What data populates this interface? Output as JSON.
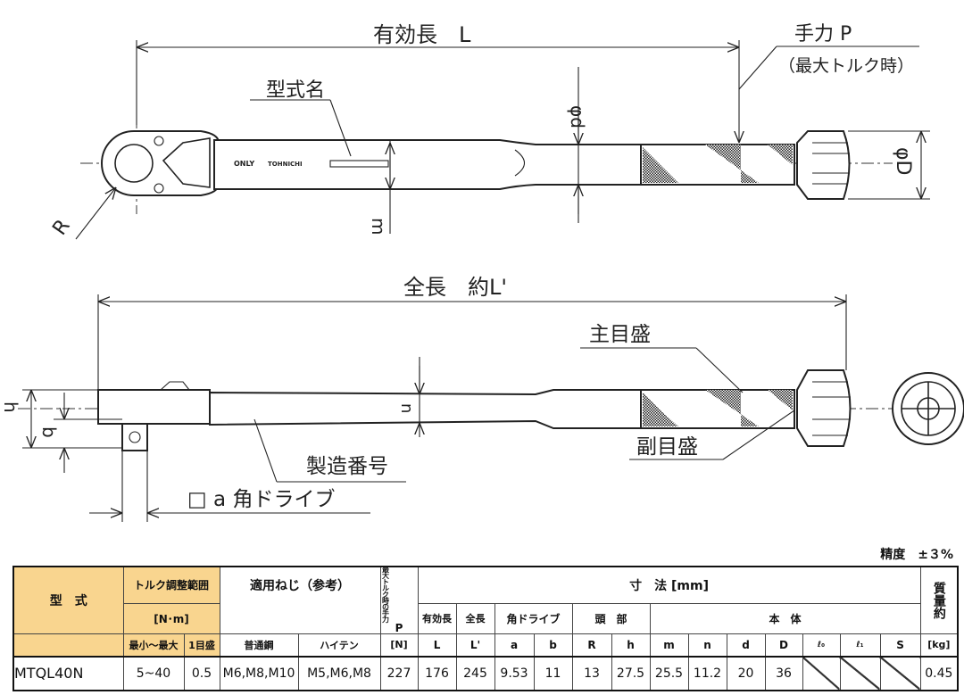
{
  "drawing": {
    "effective_length": "有効長　L",
    "hand_force": "手力 P",
    "hand_force_note": "（最大トルク時）",
    "model_name": "型式名",
    "phi_d": "φd",
    "phi_D": "φD",
    "R": "R",
    "m": "m",
    "n": "n",
    "h": "h",
    "b": "b",
    "total_length": "全長　約L'",
    "main_scale": "主目盛",
    "sub_scale": "副目盛",
    "serial_number": "製造番号",
    "square_drive": "□ a 角ドライブ",
    "only_mark": "ONLY",
    "brand_logo": "TOHNICHI"
  },
  "accuracy": "精度　±３%",
  "table": {
    "headers": {
      "model": "型　式",
      "torque_range": "トルク調整範囲",
      "torque_unit": "[N･m]",
      "min_max": "最小～最大",
      "graduation": "1目盛",
      "screws": "適用ねじ（参考）",
      "normal_steel": "普通鋼",
      "high_tension": "ハイテン",
      "hand_force_v": "最大トルク時の手力",
      "P": "P",
      "P_unit": "[N]",
      "dimensions": "寸　法 [mm]",
      "eff_len": "有効長",
      "tot_len": "全長",
      "sq_drive": "角ドライブ",
      "head": "頭　部",
      "body": "本　体",
      "mass": "質量約",
      "mass_unit": "[kg]",
      "cols": [
        "L",
        "L'",
        "a",
        "b",
        "R",
        "h",
        "m",
        "n",
        "d",
        "D",
        "ℓ₀",
        "ℓ₁",
        "S"
      ]
    },
    "rows": [
      {
        "model": "MTQL40N",
        "range": "5~40",
        "graduation": "0.5",
        "normal_steel": "M6,M8,M10",
        "high_tension": "M5,M6,M8",
        "P": "227",
        "L": "176",
        "L2": "245",
        "a": "9.53",
        "b": "11",
        "R": "13",
        "h": "27.5",
        "m": "25.5",
        "n": "11.2",
        "d": "20",
        "D": "36",
        "mass": "0.45"
      }
    ]
  }
}
